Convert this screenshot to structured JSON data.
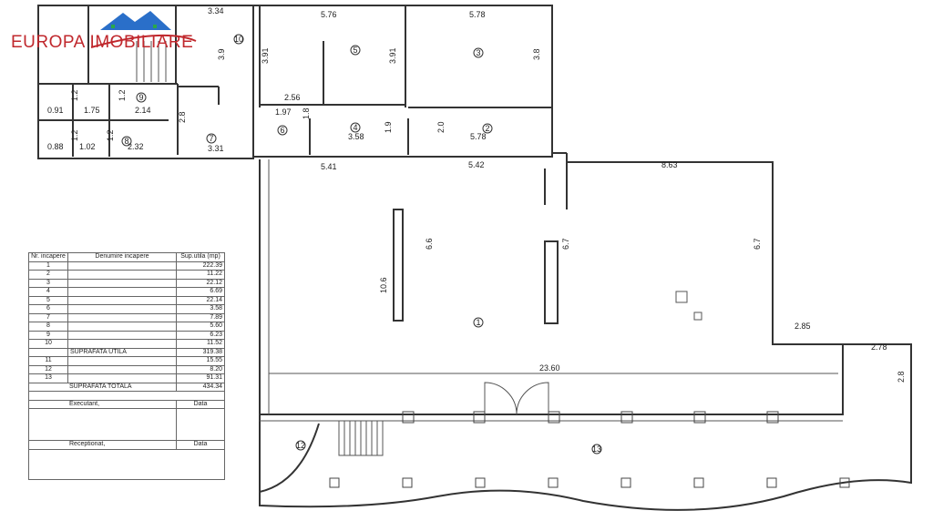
{
  "logo": {
    "text": "EUROPA IMOBILIARE",
    "colors": {
      "house": "#2a6fc9",
      "text": "#c0282d"
    }
  },
  "dimensions": {
    "d334": "3.34",
    "d576": "5.76",
    "d578a": "5.78",
    "d39a": "3.9",
    "d391a": "3.91",
    "d391b": "3.91",
    "d38": "3.8",
    "d256": "2.56",
    "d197": "1.97",
    "d18": "1.8",
    "d358": "3.58",
    "d19": "1.9",
    "d20": "2.0",
    "d578b": "5.78",
    "d091": "0.91",
    "d175": "1.75",
    "d214": "2.14",
    "d12a": "1.2",
    "d12b": "1.2",
    "d12c": "1.2",
    "d12d": "1.2",
    "d088": "0.88",
    "d102": "1.02",
    "d232": "2.32",
    "d28a": "2.8",
    "d331": "3.31",
    "d541": "5.41",
    "d542": "5.42",
    "d863": "8.63",
    "d66": "6.6",
    "d67a": "6.7",
    "d67b": "6.7",
    "d106": "10.6",
    "d285": "2.85",
    "d278": "2.78",
    "d28b": "2.8",
    "d2360": "23.60"
  },
  "rooms": [
    "1",
    "2",
    "3",
    "4",
    "5",
    "6",
    "7",
    "8",
    "9",
    "10",
    "12",
    "13"
  ],
  "table": {
    "headers": [
      "Nr. incapere",
      "Denumire incapere",
      "Sup.utila (mp)"
    ],
    "rows": [
      [
        "1",
        "222.39"
      ],
      [
        "2",
        "11.22"
      ],
      [
        "3",
        "22.12"
      ],
      [
        "4",
        "6.69"
      ],
      [
        "5",
        "22.14"
      ],
      [
        "6",
        "3.58"
      ],
      [
        "7",
        "7.89"
      ],
      [
        "8",
        "5.60"
      ],
      [
        "9",
        "6.23"
      ],
      [
        "10",
        "11.52"
      ]
    ],
    "subtotal_label": "SUPRAFATA UTILA",
    "subtotal": "319.38",
    "rows2": [
      [
        "11",
        "15.55"
      ],
      [
        "12",
        "8.20"
      ],
      [
        "13",
        "91.31"
      ]
    ],
    "total_label": "SUPRAFATA TOTALA",
    "total": "434.34",
    "executant": "Executant,",
    "receptionat": "Receptionat,",
    "data": "Data"
  }
}
